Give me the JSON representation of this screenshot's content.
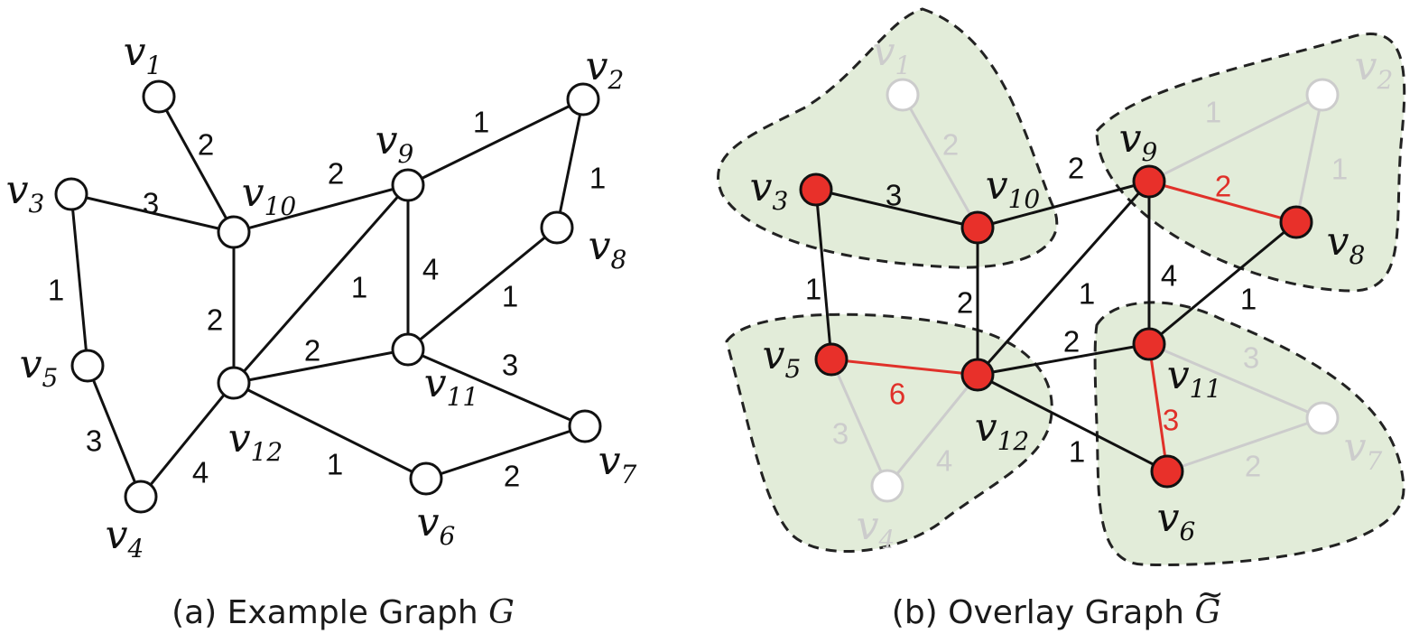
{
  "colors": {
    "edge": "#111111",
    "faded": "#cccccc",
    "highlight": "#e0312a",
    "region_fill": "#e2ecd9",
    "region_stroke": "#222222",
    "node_fill": "#ffffff",
    "overlay_node_fill": "#e8302a"
  },
  "caption_a": {
    "text": "(a) Example Graph",
    "symbol": "G"
  },
  "caption_b": {
    "text": "(b) Overlay Graph",
    "symbol": "G",
    "accent": "~"
  },
  "graph_a": {
    "nodes": [
      {
        "id": "v1",
        "name": "v",
        "sub": "1"
      },
      {
        "id": "v2",
        "name": "v",
        "sub": "2"
      },
      {
        "id": "v3",
        "name": "v",
        "sub": "3"
      },
      {
        "id": "v4",
        "name": "v",
        "sub": "4"
      },
      {
        "id": "v5",
        "name": "v",
        "sub": "5"
      },
      {
        "id": "v6",
        "name": "v",
        "sub": "6"
      },
      {
        "id": "v7",
        "name": "v",
        "sub": "7"
      },
      {
        "id": "v8",
        "name": "v",
        "sub": "8"
      },
      {
        "id": "v9",
        "name": "v",
        "sub": "9"
      },
      {
        "id": "v10",
        "name": "v",
        "sub": "10"
      },
      {
        "id": "v11",
        "name": "v",
        "sub": "11"
      },
      {
        "id": "v12",
        "name": "v",
        "sub": "12"
      }
    ],
    "edges": [
      {
        "from": "v1",
        "to": "v10",
        "weight": "2"
      },
      {
        "from": "v2",
        "to": "v9",
        "weight": "1"
      },
      {
        "from": "v2",
        "to": "v8",
        "weight": "1"
      },
      {
        "from": "v3",
        "to": "v10",
        "weight": "3"
      },
      {
        "from": "v10",
        "to": "v9",
        "weight": "2"
      },
      {
        "from": "v3",
        "to": "v5",
        "weight": "1"
      },
      {
        "from": "v10",
        "to": "v12",
        "weight": "2"
      },
      {
        "from": "v12",
        "to": "v9",
        "weight": "1"
      },
      {
        "from": "v9",
        "to": "v11",
        "weight": "4"
      },
      {
        "from": "v8",
        "to": "v11",
        "weight": "1"
      },
      {
        "from": "v12",
        "to": "v11",
        "weight": "2"
      },
      {
        "from": "v11",
        "to": "v7",
        "weight": "3"
      },
      {
        "from": "v5",
        "to": "v4",
        "weight": "3"
      },
      {
        "from": "v4",
        "to": "v12",
        "weight": "4"
      },
      {
        "from": "v12",
        "to": "v6",
        "weight": "1"
      },
      {
        "from": "v6",
        "to": "v7",
        "weight": "2"
      }
    ]
  },
  "graph_b": {
    "nodes": [
      {
        "id": "v1",
        "name": "v",
        "sub": "1",
        "overlay": false
      },
      {
        "id": "v2",
        "name": "v",
        "sub": "2",
        "overlay": false
      },
      {
        "id": "v3",
        "name": "v",
        "sub": "3",
        "overlay": true
      },
      {
        "id": "v4",
        "name": "v",
        "sub": "4",
        "overlay": false
      },
      {
        "id": "v5",
        "name": "v",
        "sub": "5",
        "overlay": true
      },
      {
        "id": "v6",
        "name": "v",
        "sub": "6",
        "overlay": true
      },
      {
        "id": "v7",
        "name": "v",
        "sub": "7",
        "overlay": false
      },
      {
        "id": "v8",
        "name": "v",
        "sub": "8",
        "overlay": true
      },
      {
        "id": "v9",
        "name": "v",
        "sub": "9",
        "overlay": true
      },
      {
        "id": "v10",
        "name": "v",
        "sub": "10",
        "overlay": true
      },
      {
        "id": "v11",
        "name": "v",
        "sub": "11",
        "overlay": true
      },
      {
        "id": "v12",
        "name": "v",
        "sub": "12",
        "overlay": true
      }
    ],
    "edges": [
      {
        "from": "v1",
        "to": "v10",
        "weight": "2",
        "kind": "faded"
      },
      {
        "from": "v2",
        "to": "v9",
        "weight": "1",
        "kind": "faded"
      },
      {
        "from": "v2",
        "to": "v8",
        "weight": "1",
        "kind": "faded"
      },
      {
        "from": "v5",
        "to": "v4",
        "weight": "3",
        "kind": "faded"
      },
      {
        "from": "v4",
        "to": "v12",
        "weight": "4",
        "kind": "faded"
      },
      {
        "from": "v11",
        "to": "v7",
        "weight": "3",
        "kind": "faded"
      },
      {
        "from": "v6",
        "to": "v7",
        "weight": "2",
        "kind": "faded"
      },
      {
        "from": "v3",
        "to": "v10",
        "weight": "3",
        "kind": "normal"
      },
      {
        "from": "v10",
        "to": "v9",
        "weight": "2",
        "kind": "normal"
      },
      {
        "from": "v3",
        "to": "v5",
        "weight": "1",
        "kind": "normal"
      },
      {
        "from": "v10",
        "to": "v12",
        "weight": "2",
        "kind": "normal"
      },
      {
        "from": "v12",
        "to": "v9",
        "weight": "1",
        "kind": "normal"
      },
      {
        "from": "v9",
        "to": "v11",
        "weight": "4",
        "kind": "normal"
      },
      {
        "from": "v8",
        "to": "v11",
        "weight": "1",
        "kind": "normal"
      },
      {
        "from": "v12",
        "to": "v11",
        "weight": "2",
        "kind": "normal"
      },
      {
        "from": "v12",
        "to": "v6",
        "weight": "1",
        "kind": "normal"
      },
      {
        "from": "v9",
        "to": "v8",
        "weight": "2",
        "kind": "highlight"
      },
      {
        "from": "v5",
        "to": "v12",
        "weight": "6",
        "kind": "highlight"
      },
      {
        "from": "v11",
        "to": "v6",
        "weight": "3",
        "kind": "highlight"
      }
    ]
  }
}
